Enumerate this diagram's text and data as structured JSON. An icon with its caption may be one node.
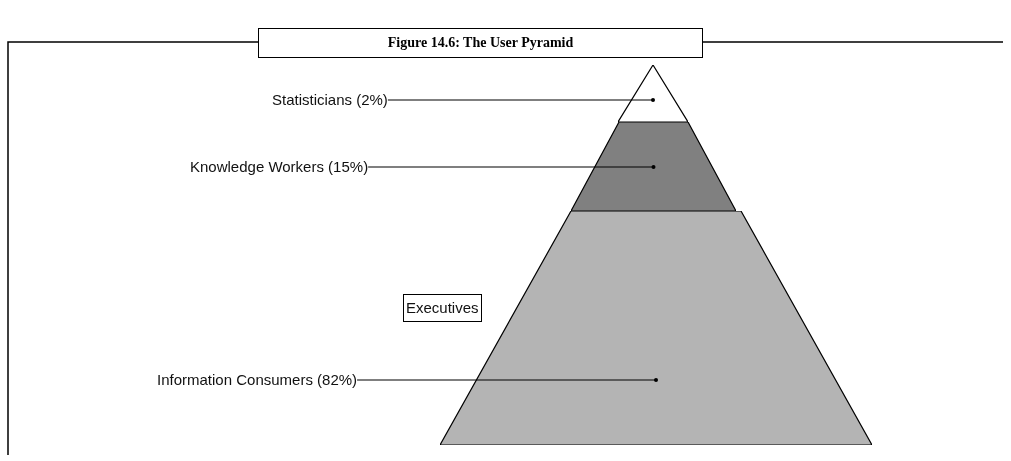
{
  "diagram": {
    "title": "Figure 14.6: The User Pyramid",
    "nodes": [
      {
        "text": [
          "Statisticians (2%)"
        ]
      },
      {
        "text": [
          "Knowledge Workers (15%)"
        ]
      },
      {
        "text": [
          "Executives"
        ]
      },
      {
        "text": [
          "Information Consumers (82%)"
        ]
      },
      {
        "text": [],
        "shape": "triangle"
      },
      {
        "text": [],
        "shape": "trapezoid"
      },
      {
        "text": [],
        "shape": "trapezoid"
      }
    ],
    "edges": [
      {
        "from": 0,
        "to": 4,
        "arrow": "other"
      },
      {
        "from": 1,
        "to": 5,
        "arrow": "other"
      },
      {
        "from": 3,
        "to": 6,
        "arrow": "other"
      }
    ]
  }
}
